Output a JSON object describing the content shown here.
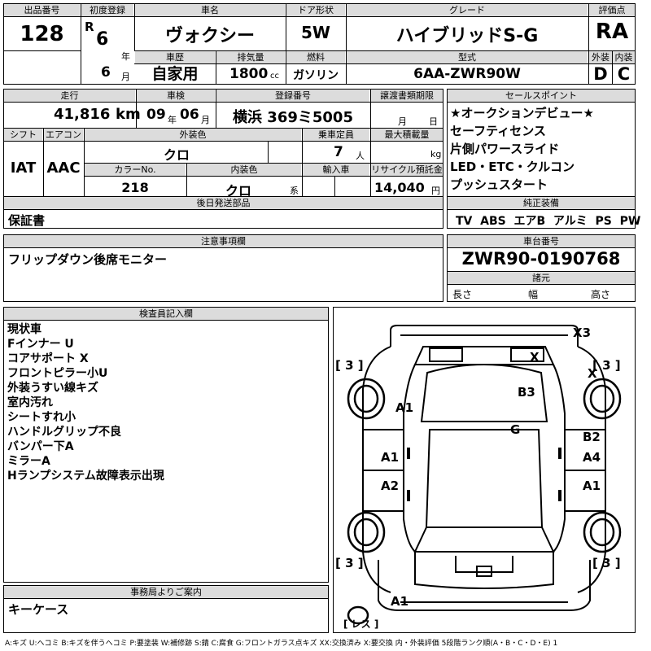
{
  "header": {
    "lot_no_label": "出品番号",
    "lot_no": "128",
    "first_reg_label": "初度登録",
    "era": "R",
    "era_year": "6",
    "year_unit": "年",
    "month": "6",
    "month_unit": "月",
    "car_name_label": "車名",
    "car_name": "ヴォクシー",
    "door_label": "ドア形状",
    "door": "5W",
    "grade_label": "グレード",
    "grade": "ハイブリッドS-G",
    "score_label": "評価点",
    "score": "RA",
    "history_label": "車歴",
    "history": "自家用",
    "displacement_label": "排気量",
    "displacement": "1800",
    "displacement_unit": "cc",
    "fuel_label": "燃料",
    "fuel": "ガソリン",
    "model_label": "型式",
    "model": "6AA-ZWR90W",
    "exterior_label": "外装",
    "exterior": "D",
    "interior_label": "内装",
    "interior": "C"
  },
  "row2": {
    "mileage_label": "走行",
    "mileage": "41,816",
    "mileage_unit": "km",
    "inspection_label": "車検",
    "insp_year": "09",
    "insp_year_unit": "年",
    "insp_month": "06",
    "insp_month_unit": "月",
    "plate_label": "登録番号",
    "plate": "横浜 369ミ5005",
    "transfer_label": "譲渡書類期限",
    "transfer_month_unit": "月",
    "transfer_day_unit": "日",
    "shift_label": "シフト",
    "shift": "IAT",
    "ac_label": "エアコン",
    "ac": "AAC",
    "ext_color_label": "外装色",
    "ext_color": "クロ",
    "capacity_label": "乗車定員",
    "capacity": "7",
    "capacity_unit": "人",
    "max_load_label": "最大積載量",
    "max_load_unit": "kg",
    "color_no_label": "カラーNo.",
    "color_no": "218",
    "int_color_label": "内装色",
    "int_color": "クロ",
    "int_color_unit": "系",
    "import_label": "輸入車",
    "recycle_label": "リサイクル預託金",
    "recycle": "14,040",
    "recycle_unit": "円",
    "later_parts_label": "後日発送部品",
    "later_parts": "保証書"
  },
  "sales_points": {
    "label": "セールスポイント",
    "items": [
      "★オークションデビュー★",
      "セーフティセンス",
      "片側パワースライド",
      "LED・ETC・クルコン",
      "プッシュスタート"
    ]
  },
  "equipment": {
    "label": "純正装備",
    "items": [
      "TV",
      "ABS",
      "エアB",
      "アルミ",
      "PS",
      "PW"
    ]
  },
  "notes": {
    "label": "注意事項欄",
    "text": "フリップダウン後席モニター"
  },
  "chassis": {
    "label": "車台番号",
    "number": "ZWR90-0190768"
  },
  "specs": {
    "label": "諸元",
    "length": "長さ",
    "width": "幅",
    "height": "高さ"
  },
  "inspector": {
    "label": "検査員記入欄",
    "lines": [
      "現状車",
      "Fインナー U",
      "コアサポート X",
      "フロントピラー小U",
      "外装うすい線キズ",
      "室内汚れ",
      "シートすれ小",
      "ハンドルグリップ不良",
      "バンパー下A",
      "ミラーA",
      "Hランプシステム故障表示出現"
    ]
  },
  "office": {
    "label": "事務局よりご案内",
    "text": "キーケース"
  },
  "diagram": {
    "marks": {
      "front_bumper": "X3",
      "front_glass": "X",
      "right_front_fender": "X",
      "hood": "B3",
      "left_front_fender": "A1",
      "roof": "G",
      "left_front_door": "A1",
      "right_front_door_a": "B2",
      "right_front_door_b": "A4",
      "left_rear_door": "A2",
      "right_rear_door": "A1",
      "rear_bumper": "A1"
    },
    "tires": {
      "fl": "3",
      "fr": "3",
      "rl": "3",
      "rr": "3"
    },
    "spare": "レス"
  },
  "legend": "A:キズ U:ヘコミ B:キズを伴うヘコミ P:要塗装 W:補修跡 S:錆 C:腐食 G:フロントガラス点キズ XX:交換済み X:要交換 内・外装評価 5段階ランク順(A・B・C・D・E) 1"
}
